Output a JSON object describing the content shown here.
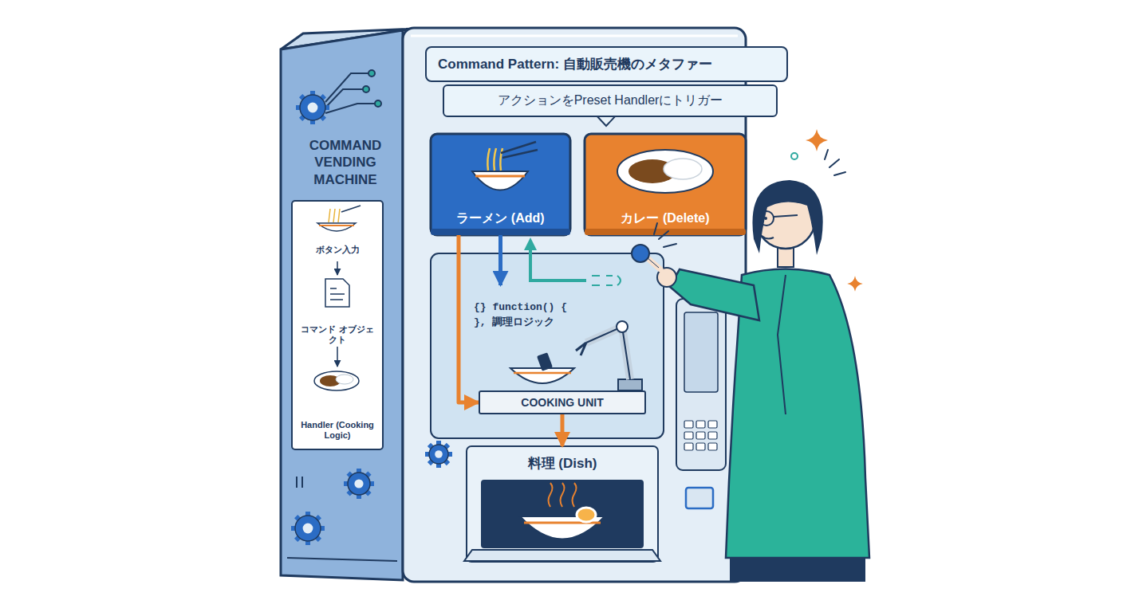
{
  "diagram": {
    "title": "Command Pattern: 自動販売機のメタファー",
    "nodes": [
      {
        "text": [
          "アクションをPreset Handlerにトリガー"
        ]
      },
      {
        "text": [
          "COMMAND VENDING MACHINE"
        ]
      },
      {
        "text": [
          "ボタン入力"
        ],
        "in": 1
      },
      {
        "text": [
          "コマンド オブジェクト"
        ],
        "in": 1
      },
      {
        "text": [
          "Handler (Cooking Logic)"
        ],
        "in": 1
      },
      {
        "text": [
          "ラーメン (Add)"
        ]
      },
      {
        "text": [
          "カレー (Delete)"
        ]
      },
      {
        "text": [
          "{} function() { }, 調理ロジック"
        ]
      },
      {
        "text": [
          "COOKING UNIT"
        ]
      },
      {
        "text": [
          "料理 (Dish)"
        ]
      }
    ],
    "edges": [
      {
        "from": 2,
        "to": 3,
        "arrow": "to"
      },
      {
        "from": 3,
        "to": 4,
        "arrow": "to"
      },
      {
        "from": 5,
        "to": 7,
        "arrow": "to"
      },
      {
        "from": 5,
        "to": 8,
        "arrow": "to"
      },
      {
        "from": 8,
        "to": 9,
        "arrow": "to"
      }
    ]
  }
}
